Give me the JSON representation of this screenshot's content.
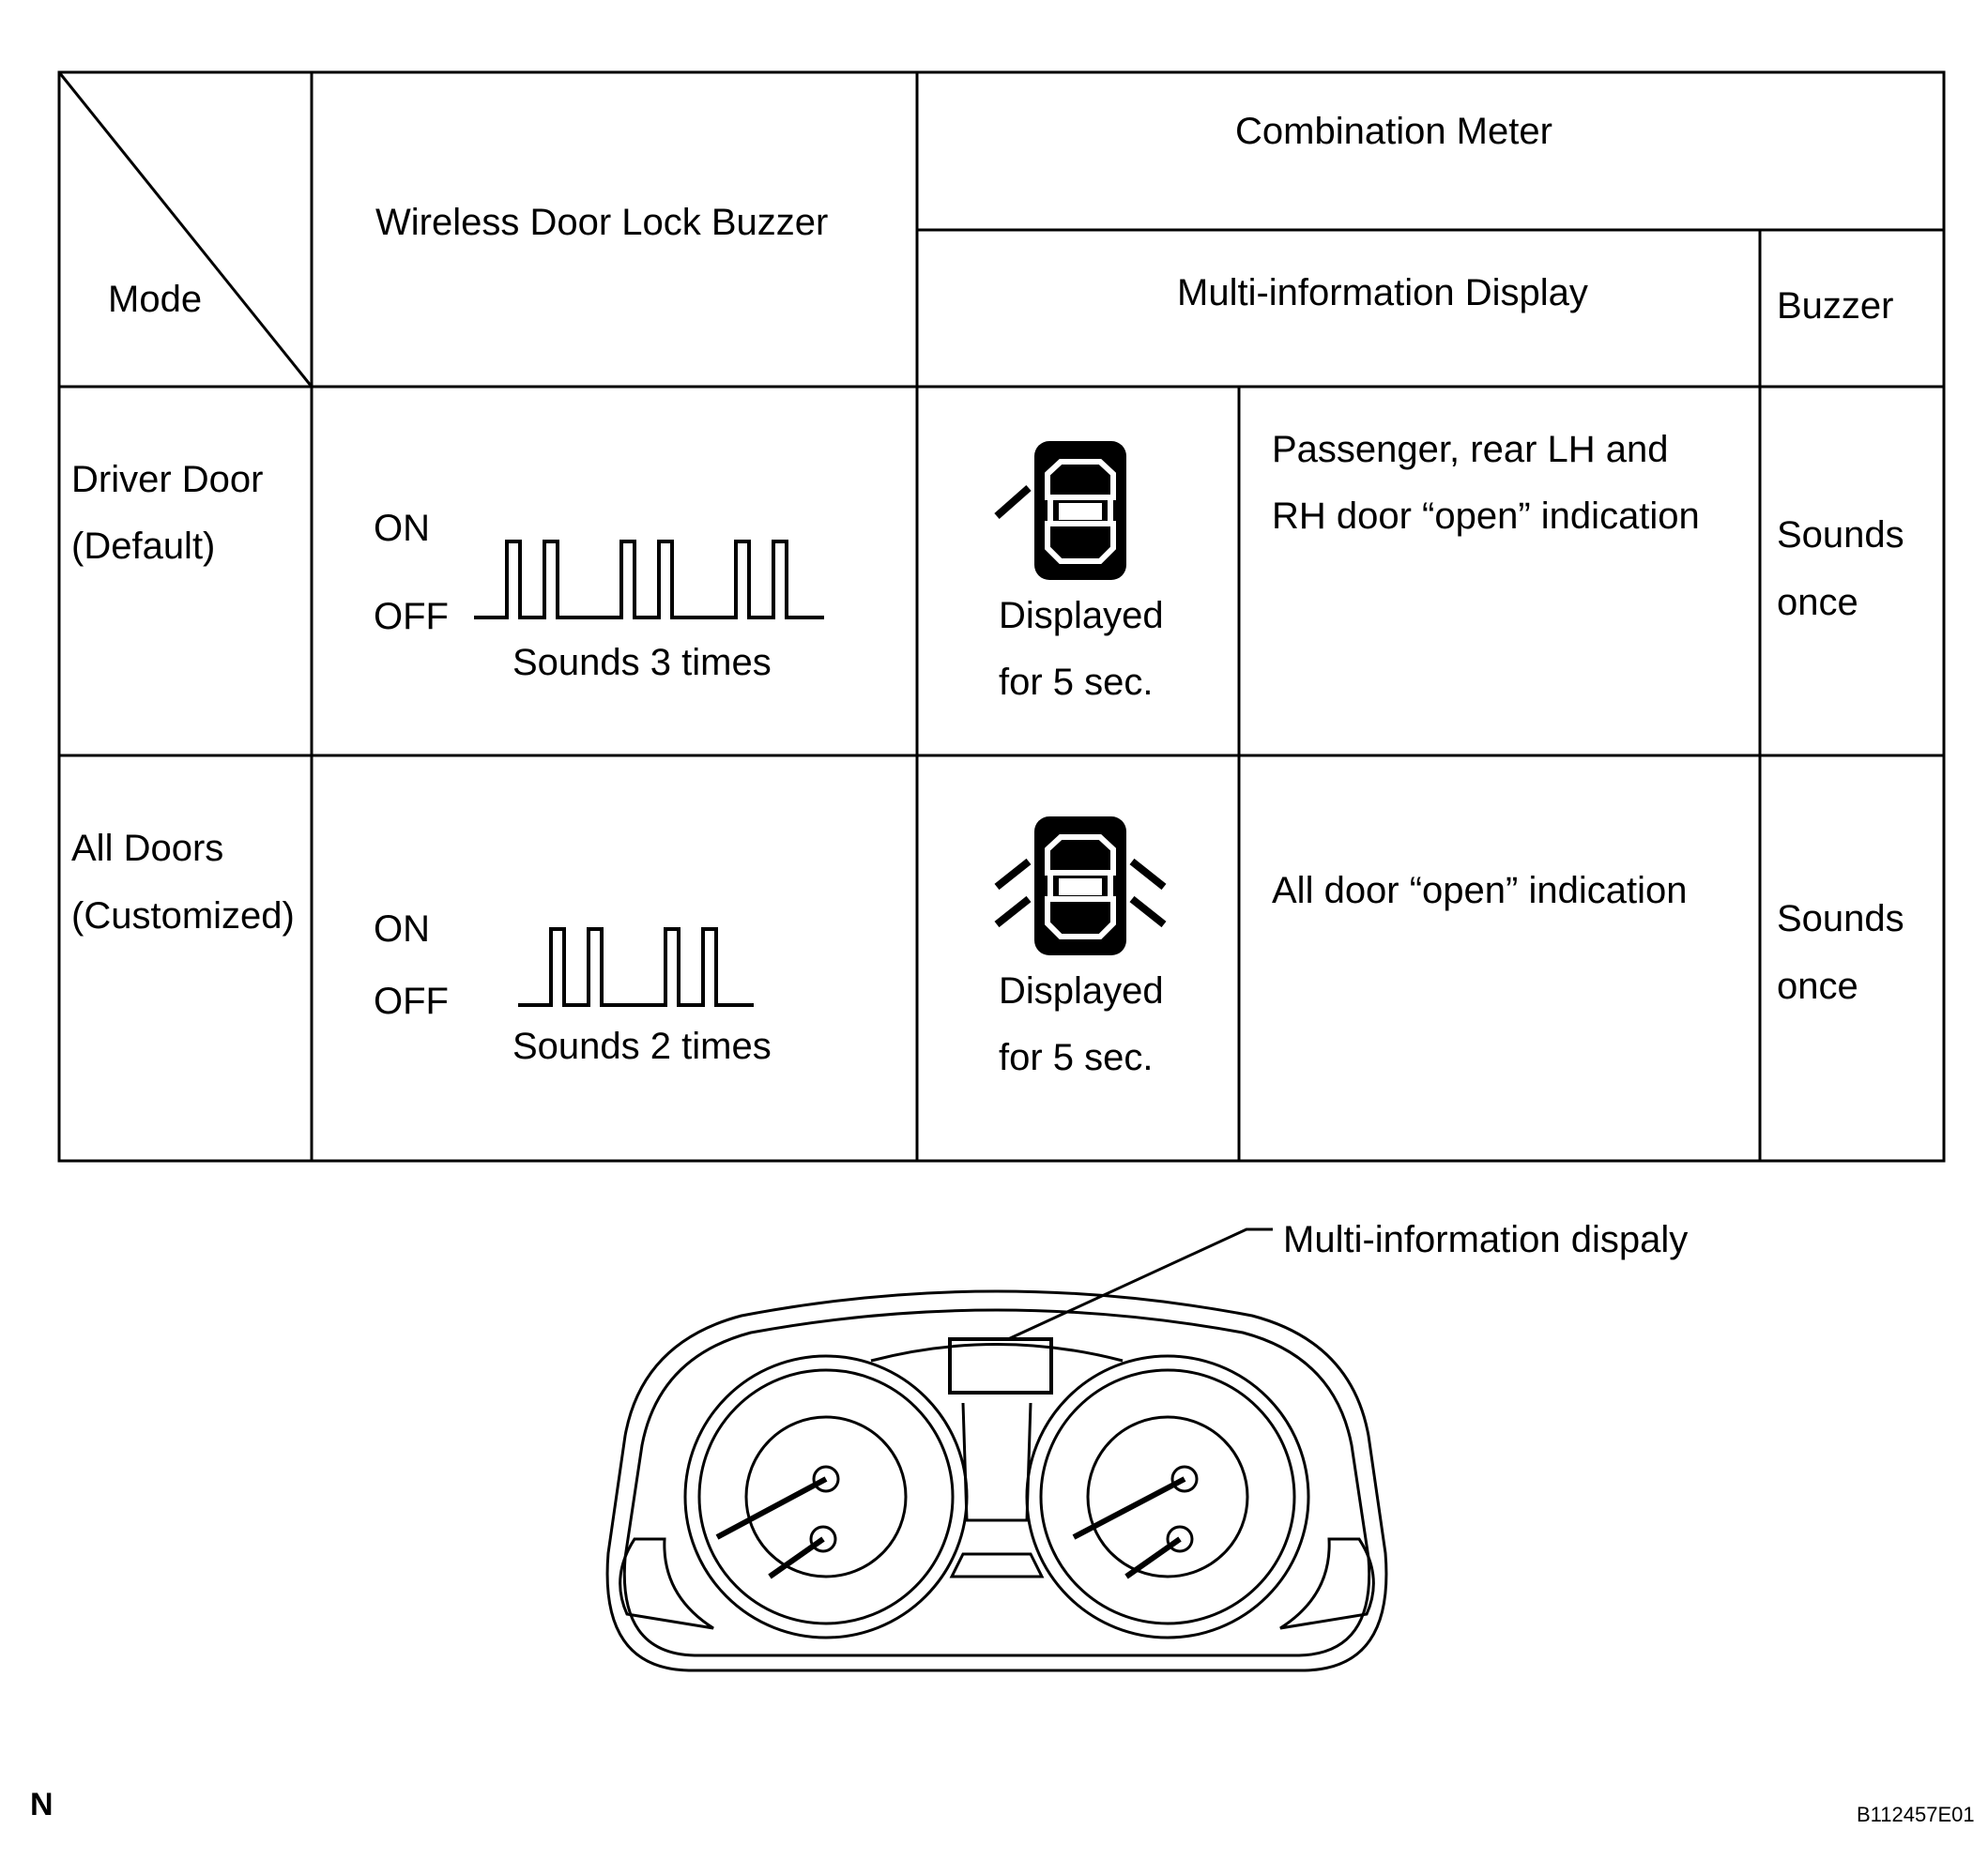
{
  "table": {
    "header": {
      "mode": "Mode",
      "wireless_buzzer": "Wireless Door Lock Buzzer",
      "combination_meter": "Combination Meter",
      "multi_info_display": "Multi-information Display",
      "buzzer": "Buzzer"
    },
    "rows": [
      {
        "mode_line1": "Driver Door",
        "mode_line2": "(Default)",
        "signal_on": "ON",
        "signal_off": "OFF",
        "pulses": 3,
        "sound_caption": "Sounds 3 times",
        "display_line1": "Displayed",
        "display_line2": "for 5 sec.",
        "indication_line1": "Passenger, rear LH and",
        "indication_line2": "RH door “open” indication",
        "buzzer_line1": "Sounds",
        "buzzer_line2": "once",
        "door_icon": "driver-door-open-icon"
      },
      {
        "mode_line1": "All Doors",
        "mode_line2": "(Customized)",
        "signal_on": "ON",
        "signal_off": "OFF",
        "pulses": 2,
        "sound_caption": "Sounds 2 times",
        "display_line1": "Displayed",
        "display_line2": "for 5 sec.",
        "indication_line1": "All door “open” indication",
        "buzzer_line1": "Sounds",
        "buzzer_line2": "once",
        "door_icon": "all-doors-open-icon"
      }
    ]
  },
  "illustration": {
    "callout": "Multi-information dispaly",
    "icon": "combination-meter-icon"
  },
  "footer": {
    "left_mark": "N",
    "figure_code": "B112457E01"
  }
}
